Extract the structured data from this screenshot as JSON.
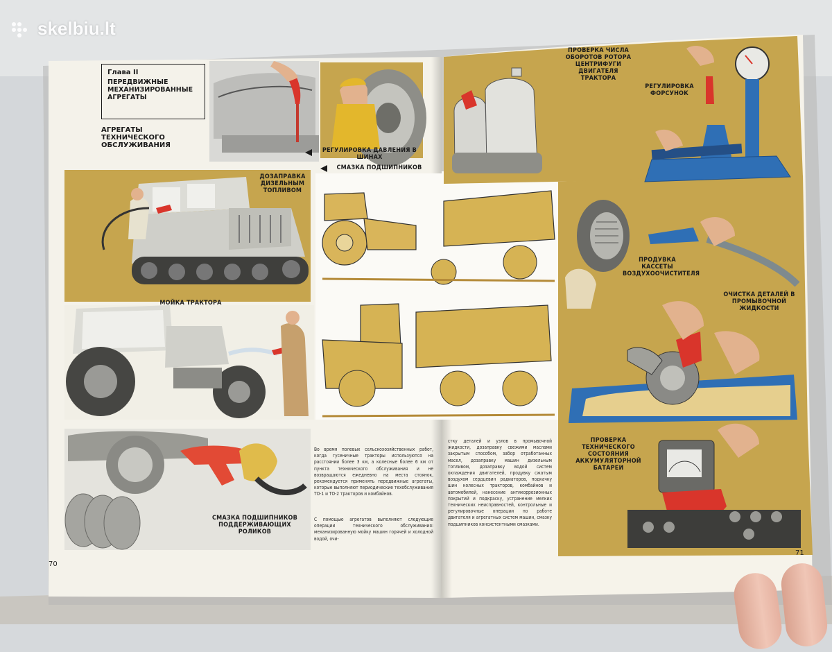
{
  "watermark": {
    "text": "skelbiu.lt"
  },
  "left_page": {
    "chapter": {
      "number": "Глава II",
      "title": "Передвижные механизированные агрегаты"
    },
    "section_title": "Агрегаты технического обслуживания",
    "labels": {
      "tire_pressure": "Регулировка давления в шинах",
      "bearing_lube": "Смазка подшипников",
      "refuel": "Дозаправка дизельным топливом",
      "wash": "Мойка трактора",
      "roller_lube": "Смазка подшипников поддерживающих роликов"
    },
    "body_text": [
      "Во время полевых сельскохозяйственных работ, когда гусеничные тракторы используются на расстоянии более 3 км, а колесные более 6 км от пункта технического обслуживания и не возвращаются ежедневно на места стоянок, рекомендуется применять передвижные агрегаты, которые выполняют периодические техобслуживания ТО-1 и ТО-2 тракторов и комбайнов.",
      "С помощью агрегатов выполняют следующие операции технического обслуживания: механизированную мойку машин горячей и холодной водой, очи-"
    ],
    "page_number": "70"
  },
  "right_page": {
    "labels": {
      "centrifuge": "Проверка числа оборотов ротора центрифуги двигателя трактора",
      "injectors": "Регулировка форсунок",
      "air_filter": "Продувка кассеты воздухоочистителя",
      "cleaning": "Очистка деталей в промывочной жидкости",
      "battery": "Проверка технического состояния аккумуляторной батареи"
    },
    "body_text": "стку деталей и узлов в промывочной жидкости, дозаправку свежими маслами закрытым способом, забор отработанных масел, дозаправку машин дизельным топливом, дозаправку водой систем охлаждения двигателей, продувку сжатым воздухом сердцевин радиаторов, подкачку шин колесных тракторов, комбайнов и автомобилей, нанесение антикоррозионных покрытий и подкраску, устранение мелких технических неисправностей, контрольные и регулировочные операции по работе двигателя и агрегатных систем машин, смазку подшипников консистентными смазками.",
    "page_number": "71"
  },
  "colors": {
    "ochre": "#c6a54e",
    "ochre_dark": "#b08f3c",
    "paper": "#f4f1e8",
    "accent_red": "#d9352b",
    "blue": "#2f6fb5"
  }
}
